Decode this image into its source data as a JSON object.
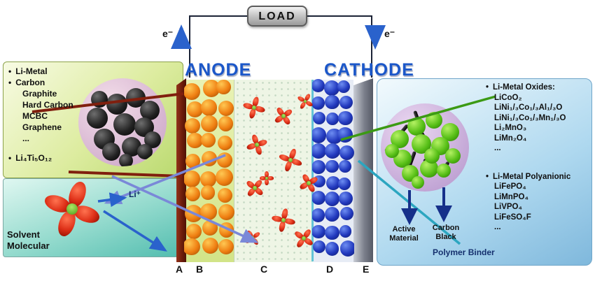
{
  "circuit": {
    "load": "LOAD",
    "electron_left": "e⁻",
    "electron_right": "e⁻"
  },
  "cell": {
    "anode": "ANODE",
    "cathode": "CATHODE",
    "layer_labels": [
      "A",
      "B",
      "C",
      "D",
      "E"
    ]
  },
  "anode_materials": {
    "items": [
      {
        "text": "Li-Metal",
        "bullet": true,
        "indent": 0
      },
      {
        "text": "Carbon",
        "bullet": true,
        "indent": 0
      },
      {
        "text": "Graphite",
        "bullet": false,
        "indent": 1
      },
      {
        "text": "Hard Carbon",
        "bullet": false,
        "indent": 1
      },
      {
        "text": "MCBC",
        "bullet": false,
        "indent": 1
      },
      {
        "text": "Graphene",
        "bullet": false,
        "indent": 1
      },
      {
        "text": "...",
        "bullet": false,
        "indent": 1
      },
      {
        "spacer": true
      },
      {
        "text": "Li₄Ti₅O₁₂",
        "bullet": true,
        "indent": 0
      }
    ]
  },
  "solvent": {
    "line1": "Solvent",
    "line2": "Molecular",
    "ion": "Li⁺"
  },
  "cathode_materials": {
    "items": [
      {
        "text": "Li-Metal Oxides:",
        "bullet": true,
        "indent": 0
      },
      {
        "text": "LiCoO₂",
        "bullet": false,
        "indent": 1
      },
      {
        "text": "LiNi₁/₃Co₁/₃Al₁/₃O",
        "bullet": false,
        "indent": 1
      },
      {
        "text": "LiNi₁/₃Co₁/₃Mn₁/₃O",
        "bullet": false,
        "indent": 1
      },
      {
        "text": "Li₂MnO₃",
        "bullet": false,
        "indent": 1
      },
      {
        "text": "LiMn₂O₄",
        "bullet": false,
        "indent": 1
      },
      {
        "text": "...",
        "bullet": false,
        "indent": 1
      },
      {
        "spacer": true
      },
      {
        "text": "Li-Metal Polyanionic",
        "bullet": true,
        "indent": 0
      },
      {
        "text": "LiFePO₄",
        "bullet": false,
        "indent": 1
      },
      {
        "text": "LiMnPO₄",
        "bullet": false,
        "indent": 1
      },
      {
        "text": "LiVPO₄",
        "bullet": false,
        "indent": 1
      },
      {
        "text": "LiFeSO₄F",
        "bullet": false,
        "indent": 1
      },
      {
        "text": "...",
        "bullet": false,
        "indent": 1
      }
    ],
    "active_material_l1": "Active",
    "active_material_l2": "Material",
    "carbon_black_l1": "Carbon",
    "carbon_black_l2": "Black",
    "polymer_binder": "Polymer Binder"
  },
  "colors": {
    "anode_particle": "#ef7f12",
    "cathode_particle": "#2138bd",
    "solvent_molecule": "#dd2f17",
    "title_blue": "#1b57c9"
  }
}
